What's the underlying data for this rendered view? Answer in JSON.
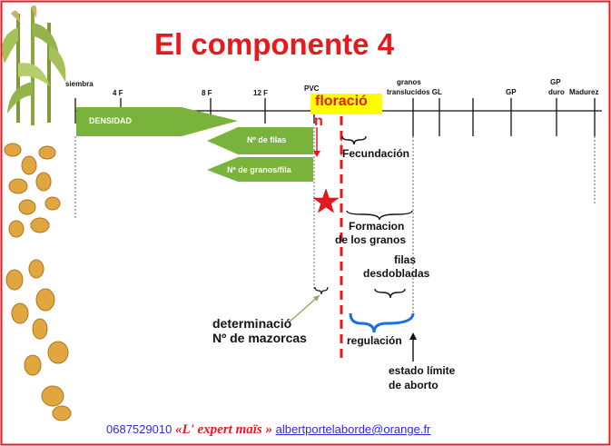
{
  "title": "El componente 4",
  "stages": {
    "siembra": "siembra",
    "4f": "4 F",
    "8f": "8 F",
    "12f": "12 F",
    "pvc": "PVC",
    "granos_1": "granos",
    "granos_2": "translucidos GL",
    "gp": "GP",
    "gp_duro_1": "GP",
    "gp_duro_2": "duro",
    "madurez": "Madurez"
  },
  "floracion_1": "floració",
  "floracion_2": "n",
  "bars": {
    "densidad": "DENSIDAD",
    "filas": "Nº de filas",
    "granos_fila": "Nº de granos/fila"
  },
  "notes": {
    "fecundacion": "Fecundación",
    "formacion_1": "Formacion",
    "formacion_2": "de los granos",
    "filas_1": "filas",
    "filas_2": "desdobladas",
    "determinacion_1": "determinació",
    "determinacion_2": "Nº de mazorcas",
    "regulacion": "regulación",
    "limite_1": "estado límite",
    "limite_2": "de aborto"
  },
  "footer": {
    "phone": "0687529010",
    "brand": "«L' expert maïs »",
    "email": "albertportelaborde@orange.fr"
  },
  "colors": {
    "title": "#e8191c",
    "arrow_green": "#7ab33c",
    "floracion_bg": "#ffff00",
    "dashed_line": "#e8191c",
    "regulation_bracket": "#1f6fe0",
    "border": "#e8191c"
  }
}
